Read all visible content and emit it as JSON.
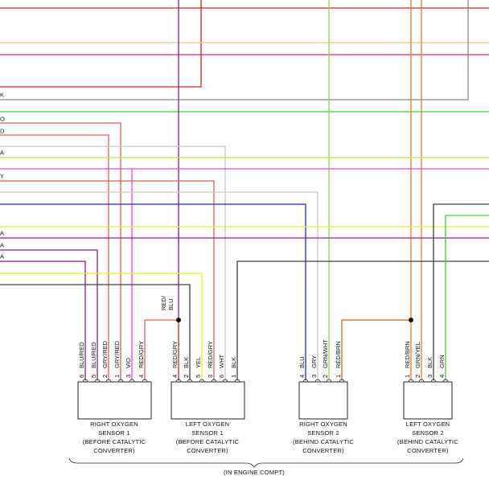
{
  "colors": {
    "red": "#e02020",
    "purple": "#8a1f8a",
    "orange": "#f07a20",
    "tan": "#f0c080",
    "magenta": "#e0208a",
    "gray": "#888888",
    "green": "#40d040",
    "light_green": "#80e040",
    "salmon": "#e06050",
    "light_gray": "#c8c8c8",
    "yellow_green": "#c8e040",
    "pink": "#f040f0",
    "blue": "#2020f0",
    "yellow": "#f0f020",
    "dark_gray": "#404040",
    "orange_brown": "#d06020",
    "black": "#111111"
  },
  "margin_labels": [
    "K",
    "O",
    "D",
    "A",
    "Y",
    "A",
    "A",
    "A"
  ],
  "splice_label": [
    "RED/",
    "BLU"
  ],
  "sensors": [
    {
      "caption": [
        "RIGHT OXYGEN",
        "SENSOR 1",
        "(BEFORE CATALYTIC",
        "CONVERTER)"
      ],
      "pins": [
        {
          "num": "6",
          "wire": "BLU/RED"
        },
        {
          "num": "5",
          "wire": "BLU/RED"
        },
        {
          "num": "2",
          "wire": "GRY/RED"
        },
        {
          "num": "1",
          "wire": "GRY/RED"
        },
        {
          "num": "3",
          "wire": "VIO"
        },
        {
          "num": "4",
          "wire": "RED/GRY"
        }
      ]
    },
    {
      "caption": [
        "LEFT OXYGEN",
        "SENSOR 1",
        "(BEFORE CATALYTIC",
        "CONVERTER)"
      ],
      "pins": [
        {
          "num": "4",
          "wire": "RED/GRY"
        },
        {
          "num": "2",
          "wire": "BLK"
        },
        {
          "num": "5",
          "wire": "YEL"
        },
        {
          "num": "3",
          "wire": "RED/GRY"
        },
        {
          "num": "6",
          "wire": "WHT"
        },
        {
          "num": "1",
          "wire": "BLK"
        }
      ]
    },
    {
      "caption": [
        "RIGHT OXYGEN",
        "SENSOR 2",
        "(BEHIND CATALYTIC",
        "CONVERTER)"
      ],
      "pins": [
        {
          "num": "4",
          "wire": "BLU"
        },
        {
          "num": "3",
          "wire": "GRY"
        },
        {
          "num": "2",
          "wire": "GRN/WHT"
        },
        {
          "num": "1",
          "wire": "RED/BRN"
        }
      ]
    },
    {
      "caption": [
        "LEFT OXYGEN",
        "SENSOR 2",
        "(BEHIND CATALYTIC",
        "CONVERTER)"
      ],
      "pins": [
        {
          "num": "1",
          "wire": "RED/BRN"
        },
        {
          "num": "2",
          "wire": "GRN/YEL"
        },
        {
          "num": "3",
          "wire": "BLK"
        },
        {
          "num": "4",
          "wire": "GRN"
        }
      ]
    }
  ],
  "location_label": "(IN ENGINE COMPT)"
}
